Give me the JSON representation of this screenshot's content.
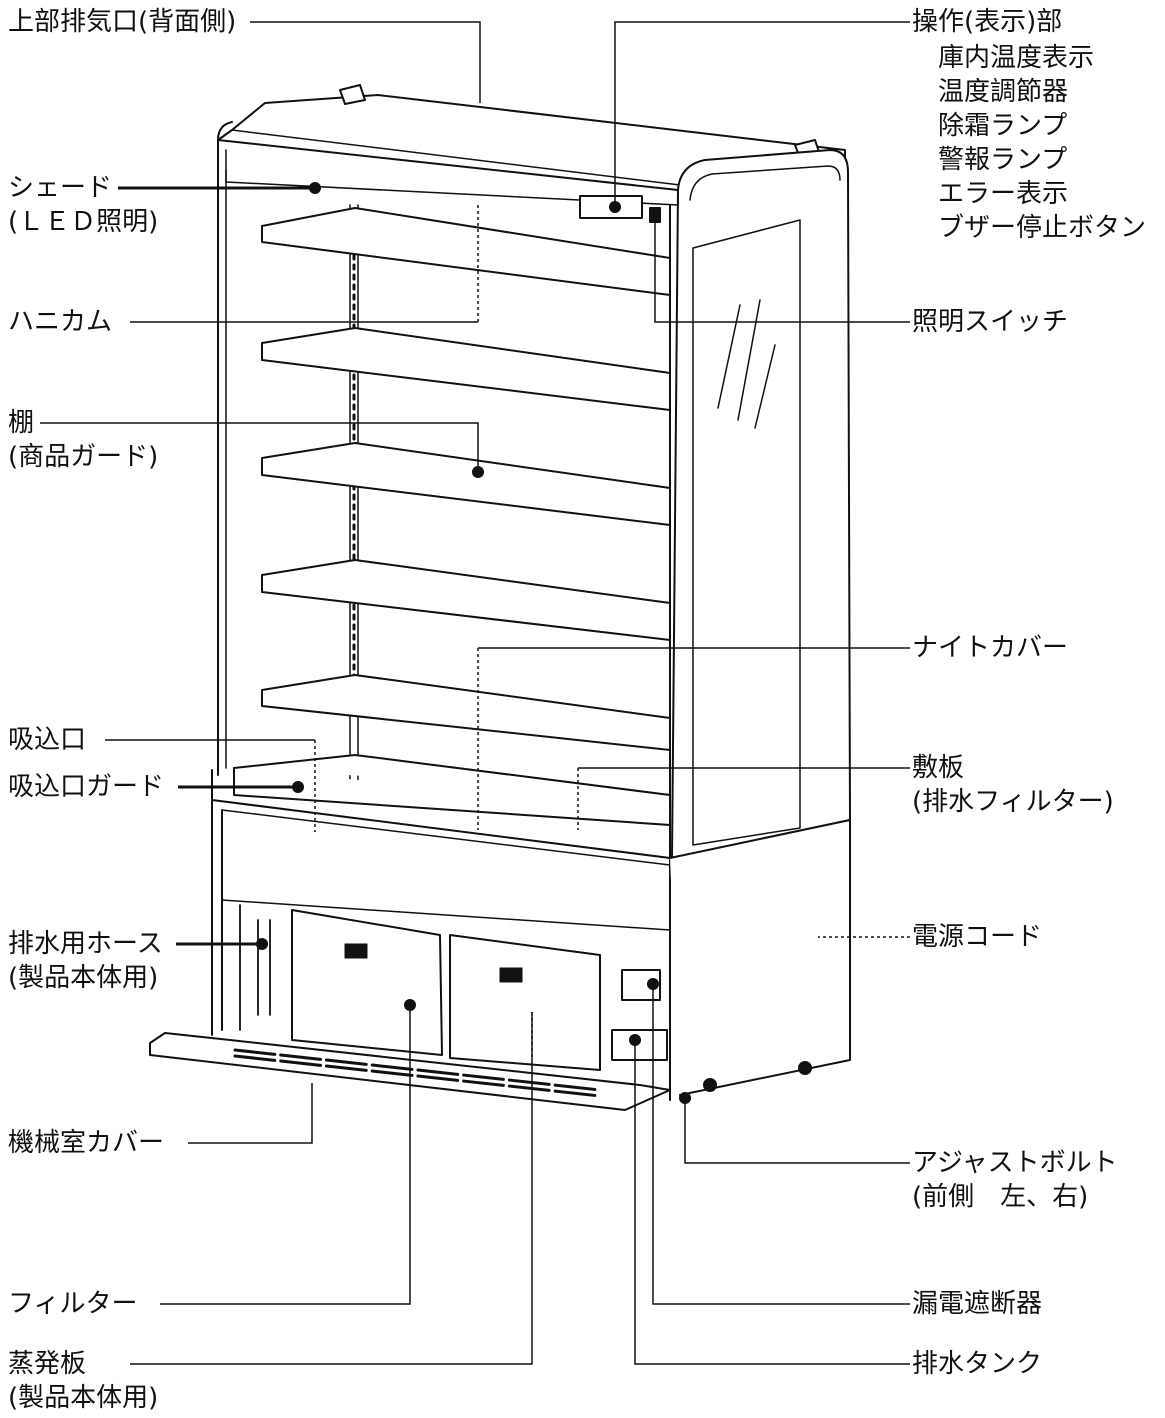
{
  "labels": {
    "exhaust_top": "上部排気口(背面側)",
    "control_panel": "操作(表示)部",
    "control_items": [
      "庫内温度表示",
      "温度調節器",
      "除霜ランプ",
      "警報ランプ",
      "エラー表示",
      "ブザー停止ボタン"
    ],
    "shade": [
      "シェード",
      "(ＬＥＤ照明)"
    ],
    "honeycomb": "ハニカム",
    "light_switch": "照明スイッチ",
    "shelf": [
      "棚",
      "(商品ガード)"
    ],
    "night_cover": "ナイトカバー",
    "intake": "吸込口",
    "intake_guard": "吸込口ガード",
    "floor_plate": [
      "敷板",
      "(排水フィルター)"
    ],
    "drain_hose": [
      "排水用ホース",
      "(製品本体用)"
    ],
    "power_cord": "電源コード",
    "machine_cover": "機械室カバー",
    "adjust_bolt": [
      "アジャストボルト",
      "(前側　左、右)"
    ],
    "filter": "フィルター",
    "breaker": "漏電遮断器",
    "evaporator": [
      "蒸発板",
      "(製品本体用)"
    ],
    "drain_tank": "排水タンク"
  }
}
